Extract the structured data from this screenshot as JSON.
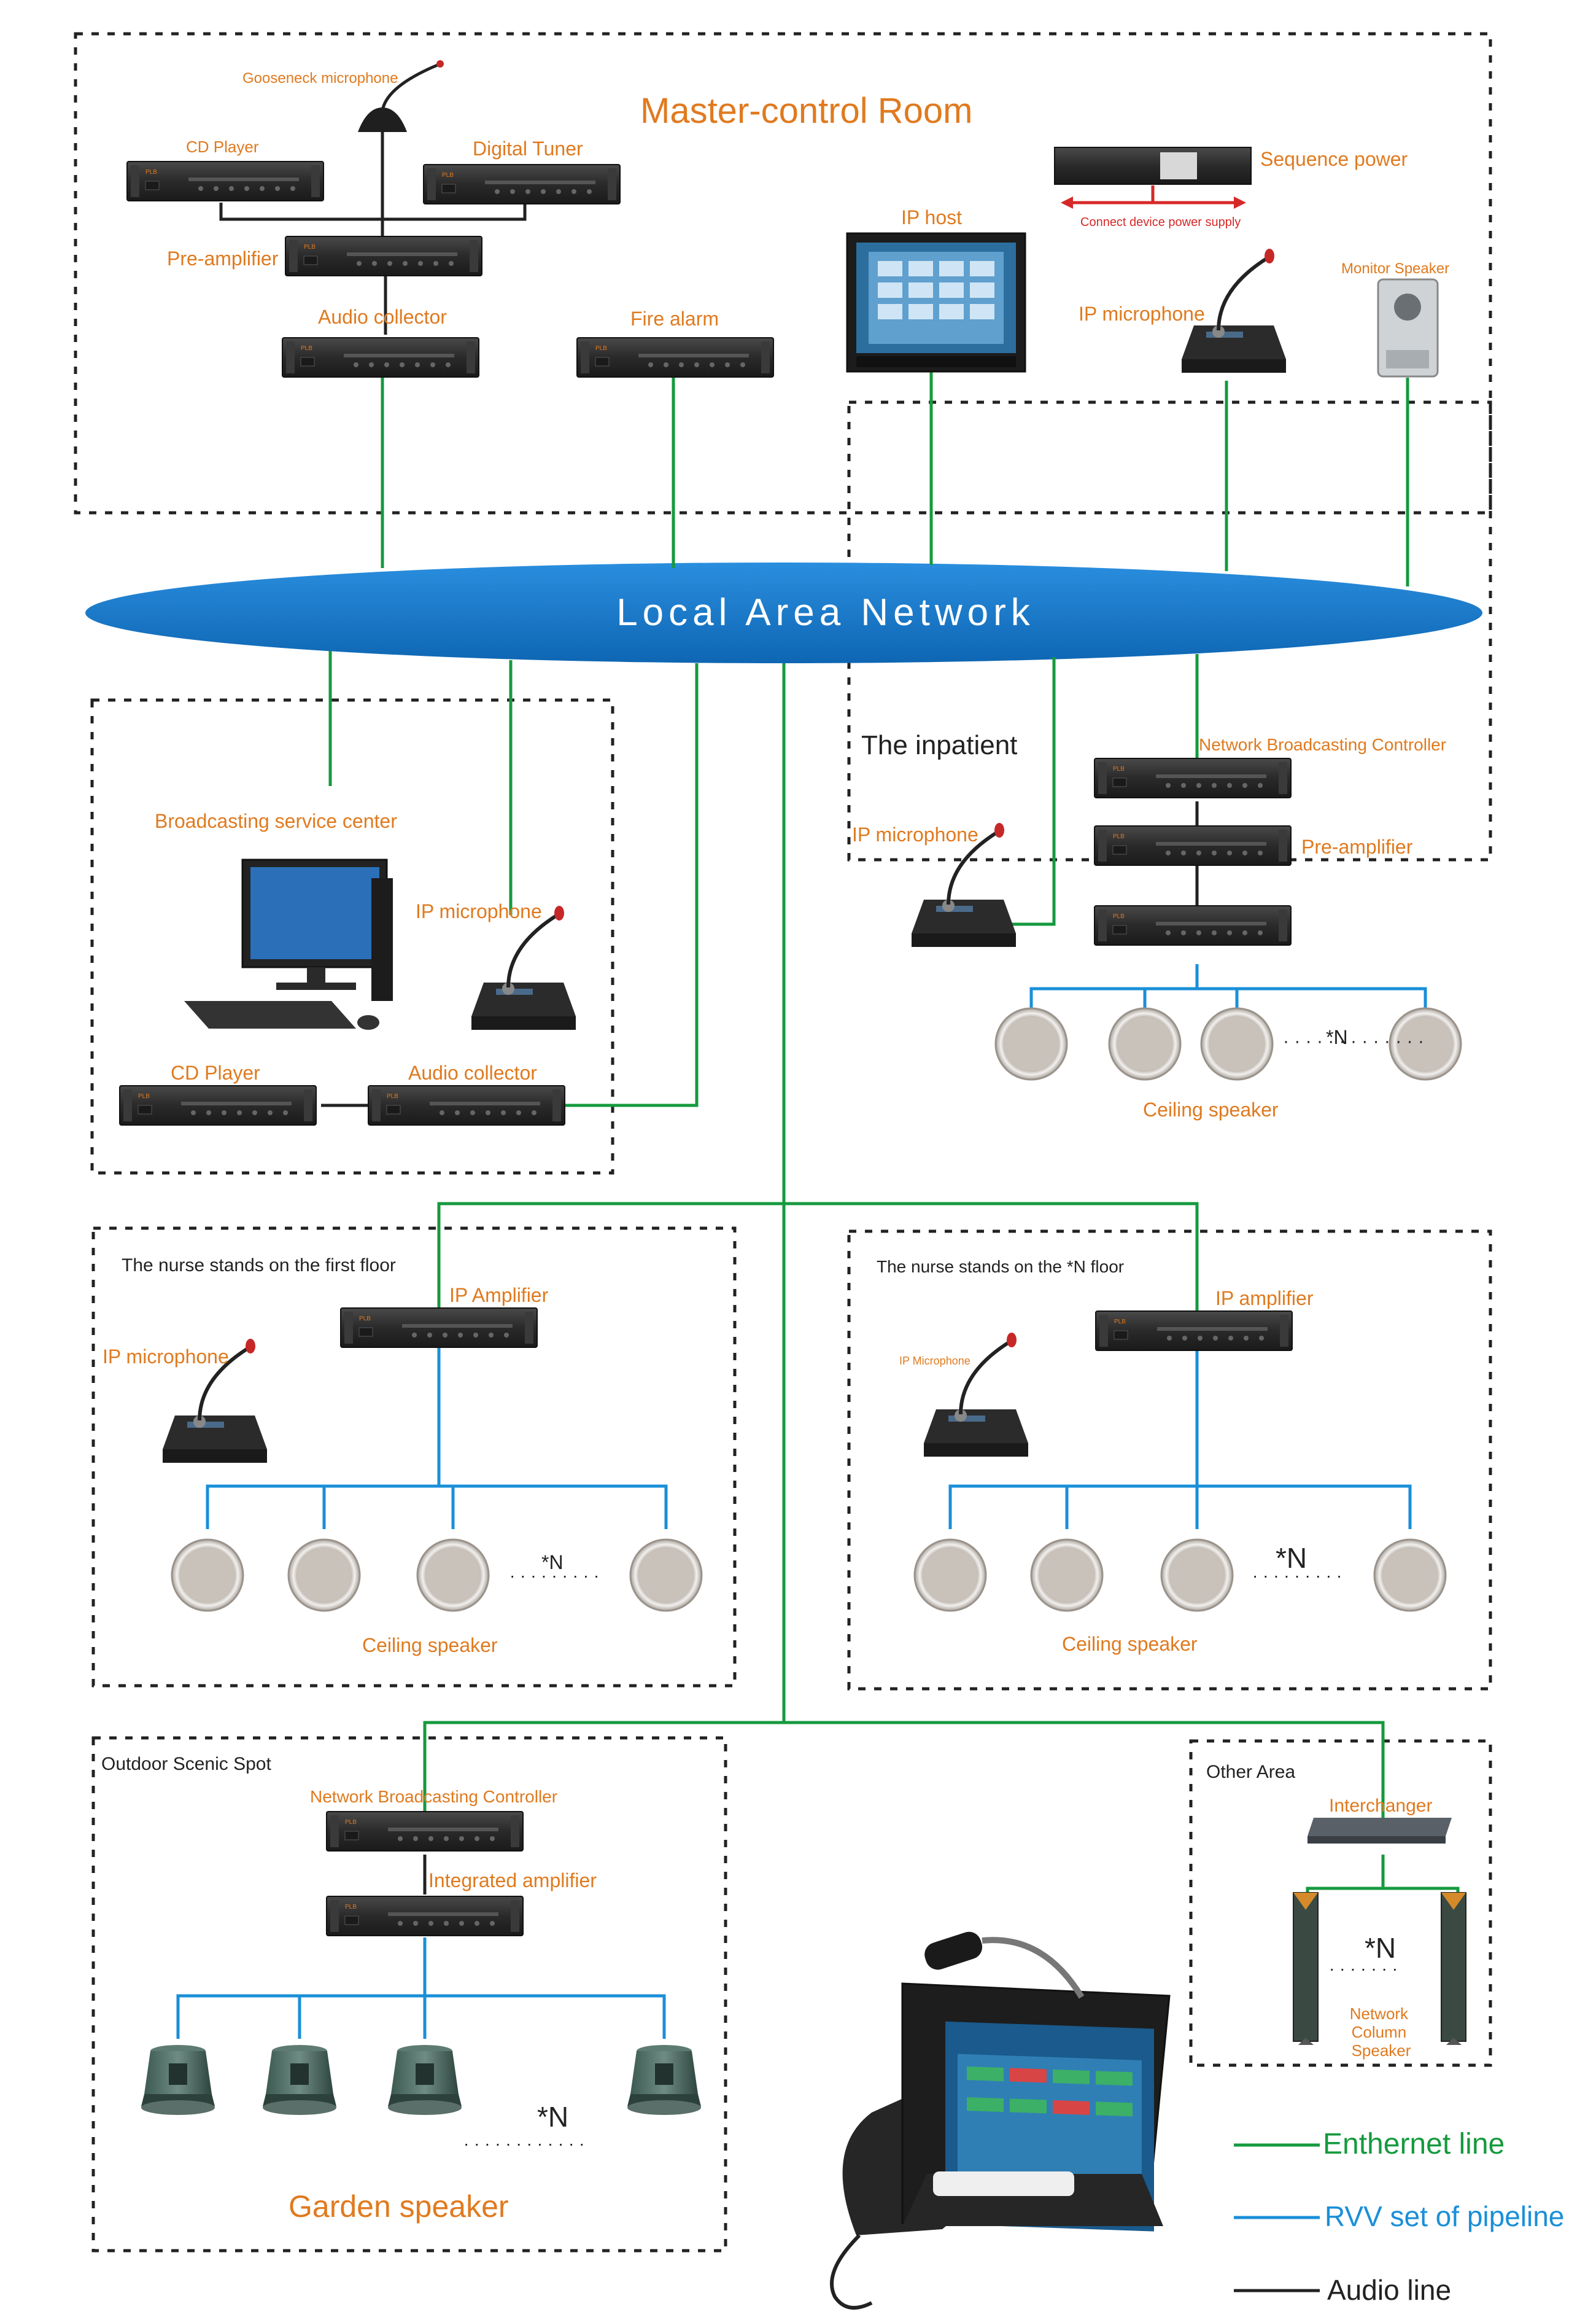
{
  "lan": {
    "label": "Local Area Network"
  },
  "zones": {
    "master": {
      "title": "Master-control Room"
    },
    "inpatient": {
      "title": "The inpatient"
    },
    "nurse1": {
      "title": "The nurse stands on the first floor"
    },
    "nurseN": {
      "title": "The nurse stands on the *N floor"
    },
    "outdoor": {
      "title": "Outdoor Scenic Spot"
    },
    "other": {
      "title": "Other Area"
    }
  },
  "devices": {
    "gooseneck": "Gooseneck microphone",
    "cd_player_master": "CD Player",
    "digital_tuner": "Digital Tuner",
    "pre_amp_master": "Pre-amplifier",
    "audio_collector_master": "Audio collector",
    "fire_alarm": "Fire alarm",
    "ip_host": "IP host",
    "sequence_power": "Sequence power",
    "sequence_note": "Connect device power supply",
    "monitor_speaker": "Monitor Speaker",
    "ip_mic_master": "IP microphone",
    "broadcast_center": "Broadcasting service center",
    "ip_mic_center": "IP microphone",
    "cd_player_center": "CD Player",
    "audio_collector_center": "Audio collector",
    "nbc_inpatient": "Network Broadcasting Controller",
    "pre_amp_inpatient": "Pre-amplifier",
    "ip_mic_inpatient": "IP microphone",
    "ceiling_inpatient": "Ceiling speaker",
    "ip_amp_1": "IP Amplifier",
    "ip_mic_1": "IP microphone",
    "ceiling_1": "Ceiling speaker",
    "ip_amp_n": "IP amplifier",
    "ip_mic_n": "IP Microphone",
    "ceiling_n": "Ceiling speaker",
    "nbc_outdoor": "Network Broadcasting Controller",
    "integrated_amp": "Integrated amplifier",
    "garden_speaker": "Garden speaker",
    "interchanger": "Interchanger",
    "column_speaker": "Network\nColumn\nSpeaker"
  },
  "multiplier": "*N",
  "legend": {
    "ethernet": "Enthernet line",
    "rvv": "RVV set of pipeline",
    "audio": "Audio line"
  },
  "colors": {
    "ethernet": "#159a3e",
    "rvv": "#1a8fd8",
    "audio": "#222222",
    "label": "#e07a1f",
    "lan": "#1479c9"
  }
}
